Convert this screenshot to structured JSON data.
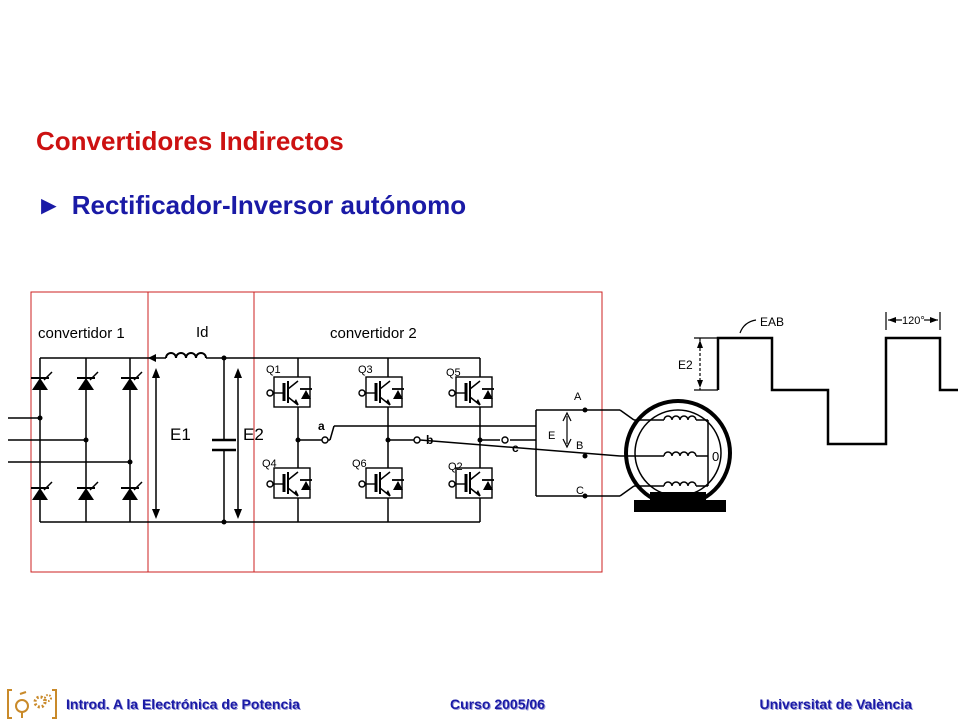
{
  "slide": {
    "title": "Convertidores Indirectos",
    "subtitle_bullet": "►",
    "subtitle": "Rectificador-Inversor autónomo"
  },
  "diagram": {
    "block1_label": "convertidor 1",
    "block2_label": "convertidor 2",
    "current_label": "Id",
    "voltage1_label": "E1",
    "voltage2_label": "E2",
    "switches": [
      "Q1",
      "Q3",
      "Q5",
      "Q4",
      "Q6",
      "Q2"
    ],
    "nodes": [
      "a",
      "b",
      "c"
    ],
    "phases": [
      "A",
      "B",
      "C"
    ],
    "phase_voltage_label": "E",
    "neutral_label": "0",
    "waveform": {
      "signal_label": "EAB",
      "amplitude_label": "E2",
      "angle_label": "120°"
    },
    "frame_color": "#cc2222"
  },
  "footer": {
    "left": "Introd. A la Electrónica de Potencia",
    "center": "Curso 2005/06",
    "right": "Universitat de València"
  }
}
